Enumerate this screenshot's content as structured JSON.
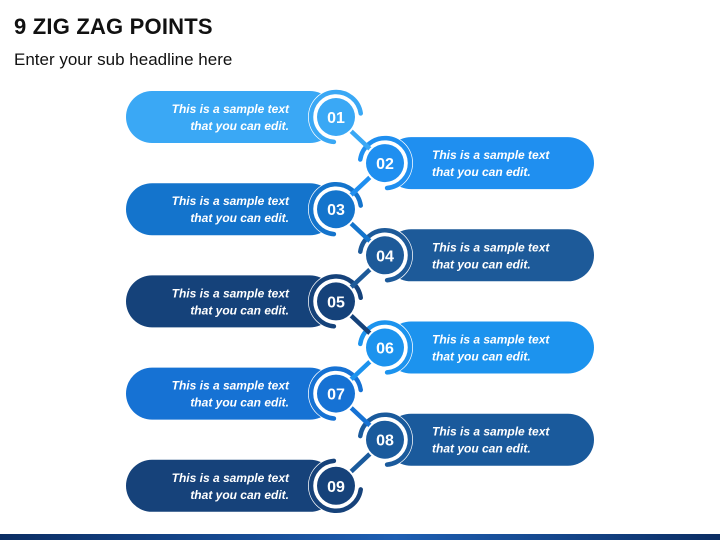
{
  "title": "9 ZIG ZAG POINTS",
  "subtitle": "Enter your sub headline here",
  "points": [
    {
      "number": "01",
      "line1": "This is a sample text",
      "line2": "that you can edit.",
      "side": "left",
      "color": "#3aa8f5"
    },
    {
      "number": "02",
      "line1": "This is a sample text",
      "line2": "that you can edit.",
      "side": "right",
      "color": "#1f8ff0"
    },
    {
      "number": "03",
      "line1": "This is a sample text",
      "line2": "that you can edit.",
      "side": "left",
      "color": "#1474cc"
    },
    {
      "number": "04",
      "line1": "This is a sample text",
      "line2": "that you can edit.",
      "side": "right",
      "color": "#1d5a99"
    },
    {
      "number": "05",
      "line1": "This is a sample text",
      "line2": "that you can edit.",
      "side": "left",
      "color": "#15427a"
    },
    {
      "number": "06",
      "line1": "This is a sample text",
      "line2": "that you can edit.",
      "side": "right",
      "color": "#1c93ee"
    },
    {
      "number": "07",
      "line1": "This is a sample text",
      "line2": "that you can edit.",
      "side": "left",
      "color": "#1672d4"
    },
    {
      "number": "08",
      "line1": "This is a sample text",
      "line2": "that you can edit.",
      "side": "right",
      "color": "#1a5a9c"
    },
    {
      "number": "09",
      "line1": "This is a sample text",
      "line2": "that you can edit.",
      "side": "left",
      "color": "#16427a"
    }
  ]
}
